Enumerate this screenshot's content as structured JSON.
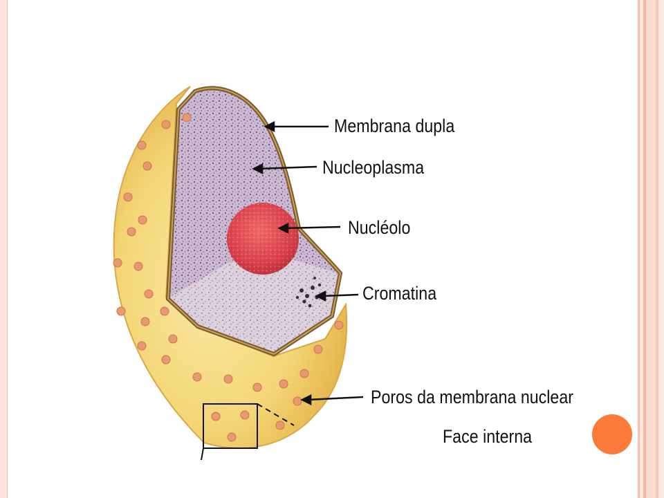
{
  "labels": {
    "double_membrane": "Membrana dupla",
    "nucleoplasm": "Nucleoplasma",
    "nucleolus": "Nucléolo",
    "chromatin": "Cromatina",
    "nuclear_pores": "Poros da membrana nuclear",
    "inner_face": "Face interna"
  },
  "colors": {
    "shell": "#f2d473",
    "nucleoplasm": "#c9b5cf",
    "nucleolus": "#d8404a",
    "membrane": "#8a6a3a",
    "pore": "#e79a72",
    "accent": "#fb7a3a"
  }
}
